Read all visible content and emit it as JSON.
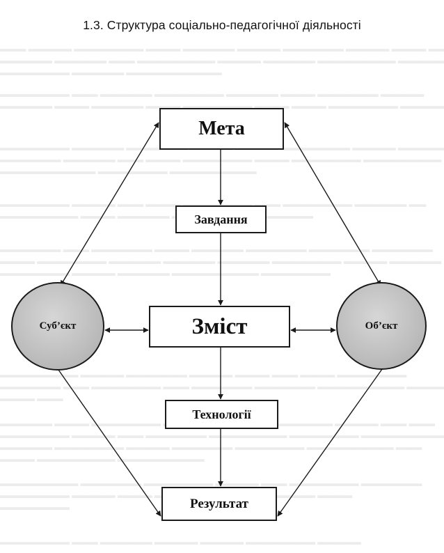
{
  "heading": "1.3. Структура соціально-педагогічної діяльності",
  "diagram": {
    "goal": "Мета",
    "tasks": "Завдання",
    "content": "Зміст",
    "technologies": "Технології",
    "result": "Результат",
    "subject": "Суб’єкт",
    "object": "Об’єкт"
  }
}
